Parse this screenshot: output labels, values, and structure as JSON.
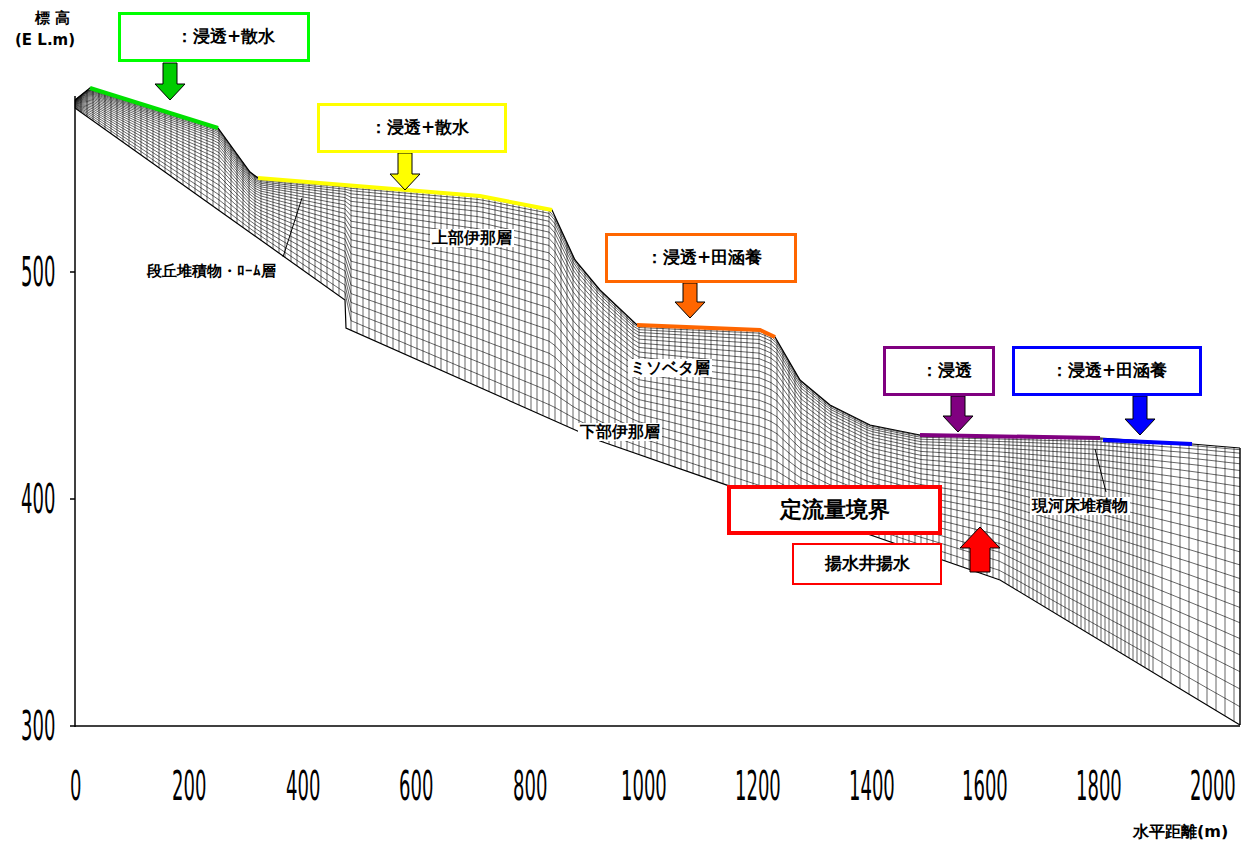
{
  "diagram": {
    "nodes": [
      {
        "text": [
          "：浸透+散水"
        ]
      },
      {
        "text": [
          "：浸透+散水"
        ]
      },
      {
        "text": [
          "：浸透+田涵養"
        ]
      },
      {
        "text": [
          "：浸透"
        ]
      },
      {
        "text": [
          "：浸透+田涵養"
        ]
      },
      {
        "text": [
          "定流量境界"
        ]
      },
      {
        "text": [
          "揚水井揚水"
        ]
      }
    ],
    "labels": [
      "標 高",
      "(E L.m)",
      "上部伊那層",
      "段丘堆積物・ﾛｰﾑ層",
      "ミソベタ層",
      "下部伊那層",
      "現河床堆積物",
      "500",
      "400",
      "300",
      "0",
      "200",
      "400",
      "600",
      "800",
      "1000",
      "1200",
      "1400",
      "1600",
      "1800",
      "2000",
      "水平距離(m)"
    ]
  }
}
